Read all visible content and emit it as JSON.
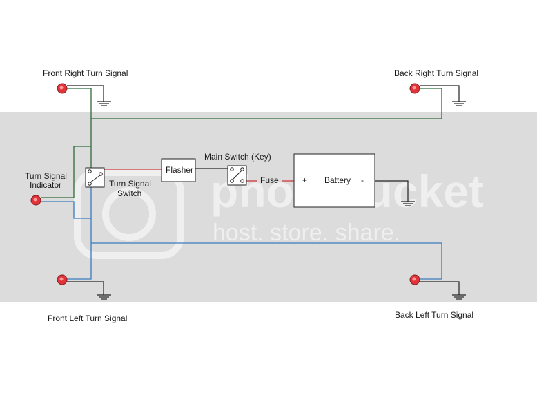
{
  "labels": {
    "front_right": "Front Right Turn Signal",
    "back_right": "Back Right Turn Signal",
    "indicator_line1": "Turn Signal",
    "indicator_line2": "Indicator",
    "switch_line1": "Turn Signal",
    "switch_line2": "Switch",
    "flasher": "Flasher",
    "main_switch": "Main Switch (Key)",
    "fuse": "Fuse",
    "plus": "+",
    "battery": "Battery",
    "minus": "-",
    "front_left": "Front Left Turn Signal",
    "back_left": "Back Left Turn Signal"
  },
  "watermark": {
    "brand": "photobucket",
    "tagline": "host. store. share."
  },
  "colors": {
    "band": "#dcdcdc",
    "green_wire": "#2f6b3c",
    "blue_wire": "#3a7bbf",
    "red_wire": "#cc3333",
    "black_wire": "#222222",
    "lamp": "#e0343a",
    "watermark": "#ffffff"
  }
}
